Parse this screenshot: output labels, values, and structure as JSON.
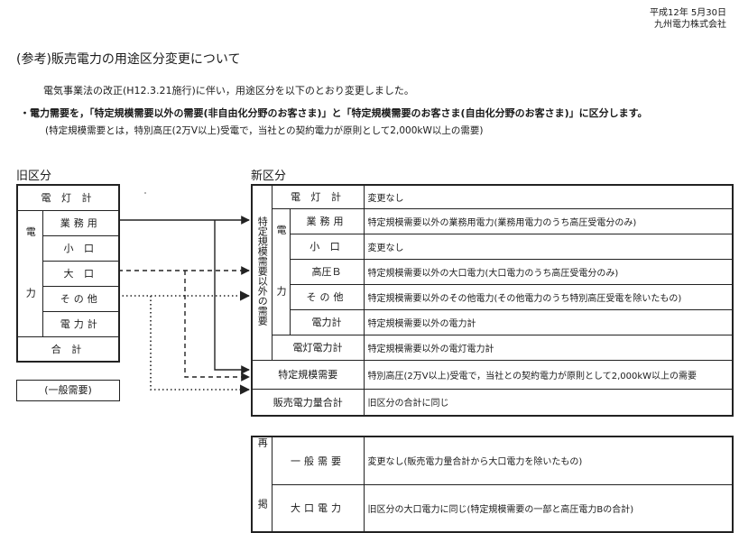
{
  "header": {
    "date": "平成12年 5月30日",
    "company": "九州電力株式会社"
  },
  "title": "(参考)販売電力の用途区分変更について",
  "intro": {
    "line1": "電気事業法の改正(H12.3.21施行)に伴い，用途区分を以下のとおり変更しました。",
    "line2": "・電力需要を，「特定規模需要以外の需要(非自由化分野のお客さま)」と「特定規模需要のお客さま(自由化分野のお客さま)」に区分します。",
    "line3": "(特定規模需要とは，特別高圧(2万V以上)受電で，当社との契約電力が原則として2,000kW以上の需要)"
  },
  "old_section": {
    "heading": "旧区分",
    "dento": "電 灯 計",
    "denryoku_label": "電 力",
    "rows": [
      "業務用",
      "小 口",
      "大 口",
      "その他",
      "電力計"
    ],
    "total": "合 計",
    "general_demand": "(一般需要)"
  },
  "new_section": {
    "heading": "新区分",
    "group_label": "特定規模需要以外の需要",
    "dento_label": "電 灯 計",
    "dento_desc": "変更なし",
    "denryoku_label": "電 力",
    "rows": [
      {
        "label": "業務用",
        "desc": "特定規模需要以外の業務用電力(業務用電力のうち高圧受電分のみ)"
      },
      {
        "label": "小 口",
        "desc": "変更なし"
      },
      {
        "label": "高圧Ｂ",
        "desc": "特定規模需要以外の大口電力(大口電力のうち高圧受電分のみ)"
      },
      {
        "label": "その他",
        "desc": "特定規模需要以外のその他電力(その他電力のうち特別高圧受電を除いたもの)"
      },
      {
        "label": "電力計",
        "desc": "特定規模需要以外の電力計"
      }
    ],
    "dento_denryoku_label": "電灯電力計",
    "dento_denryoku_desc": "特定規模需要以外の電灯電力計",
    "tokutei_label": "特定規模需要",
    "tokutei_desc": "特別高圧(2万V以上)受電で，当社との契約電力が原則として2,000kW以上の需要",
    "hanbai_label": "販売電力量合計",
    "hanbai_desc": "旧区分の合計に同じ"
  },
  "reference_table": {
    "label": "再 掲",
    "rows": [
      {
        "label": "一般需要",
        "desc": "変更なし(販売電力量合計から大口電力を除いたもの)"
      },
      {
        "label": "大口電力",
        "desc": "旧区分の大口電力に同じ(特定規模需要の一部と高圧電力Bの合計)"
      }
    ]
  }
}
